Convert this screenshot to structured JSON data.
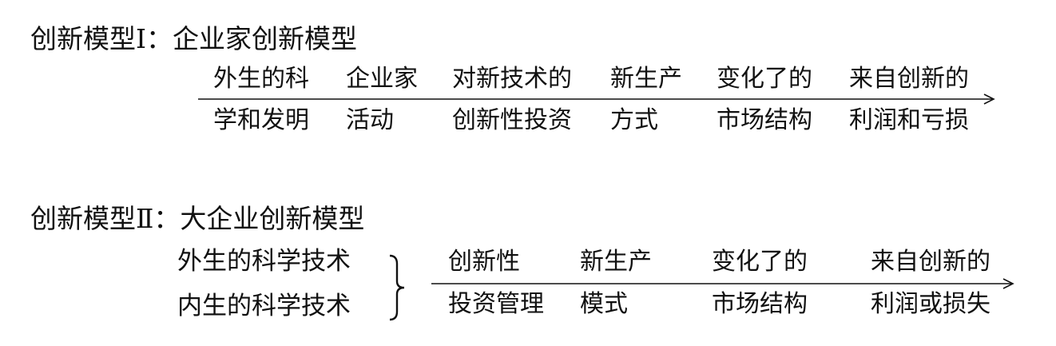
{
  "model1": {
    "title": "创新模型Ⅰ：企业家创新模型",
    "steps": [
      {
        "top": "外生的科",
        "bottom": "学和发明"
      },
      {
        "top": "企业家",
        "bottom": "活动"
      },
      {
        "top": "对新技术的",
        "bottom": "创新性投资"
      },
      {
        "top": "新生产",
        "bottom": "方式"
      },
      {
        "top": "变化了的",
        "bottom": "市场结构"
      },
      {
        "top": "来自创新的",
        "bottom": "利润和亏损"
      }
    ]
  },
  "model2": {
    "title": "创新模型Ⅱ：大企业创新模型",
    "sources": [
      "外生的科学技术",
      "内生的科学技术"
    ],
    "steps": [
      {
        "top": "创新性",
        "bottom": "投资管理"
      },
      {
        "top": "新生产",
        "bottom": "模式"
      },
      {
        "top": "变化了的",
        "bottom": "市场结构"
      },
      {
        "top": "来自创新的",
        "bottom": "利润或损失"
      }
    ]
  }
}
